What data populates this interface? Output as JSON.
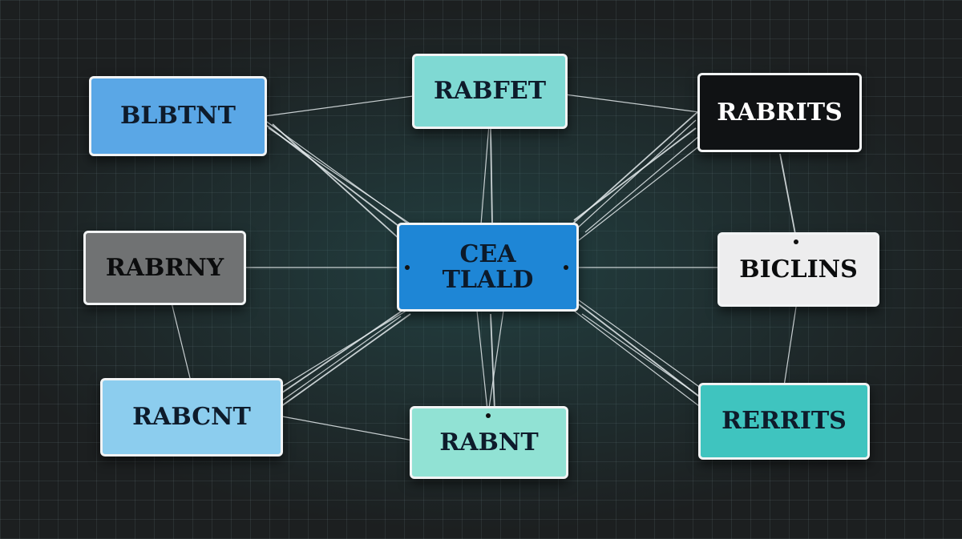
{
  "diagram": {
    "center": {
      "label_line1": "CEA",
      "label_line2": "TLALD",
      "fill": "#1e86d6",
      "text_color": "#0c1a2a"
    },
    "nodes": [
      {
        "id": "n-top-left",
        "label": "BLBTNT",
        "fill": "#5aa7e6",
        "text_color": "#0e1b2b"
      },
      {
        "id": "n-top-center",
        "label": "RABFET",
        "fill": "#7fd9d3",
        "text_color": "#0e1b2b"
      },
      {
        "id": "n-top-right",
        "label": "RABRITS",
        "fill": "#101214",
        "text_color": "#ffffff"
      },
      {
        "id": "n-mid-left",
        "label": "RABRNY",
        "fill": "#707273",
        "text_color": "#0b0c0d"
      },
      {
        "id": "n-mid-right",
        "label": "BICLINS",
        "fill": "#ededee",
        "text_color": "#0b0c0d"
      },
      {
        "id": "n-bot-left",
        "label": "RABCNT",
        "fill": "#8ccdee",
        "text_color": "#0e1b2b"
      },
      {
        "id": "n-bot-center",
        "label": "RABNT",
        "fill": "#91e2d4",
        "text_color": "#0e1b2b"
      },
      {
        "id": "n-bot-right",
        "label": "RERRITS",
        "fill": "#3fc4bf",
        "text_color": "#0e1b2b"
      }
    ],
    "connector_color": "#e6ecef"
  }
}
